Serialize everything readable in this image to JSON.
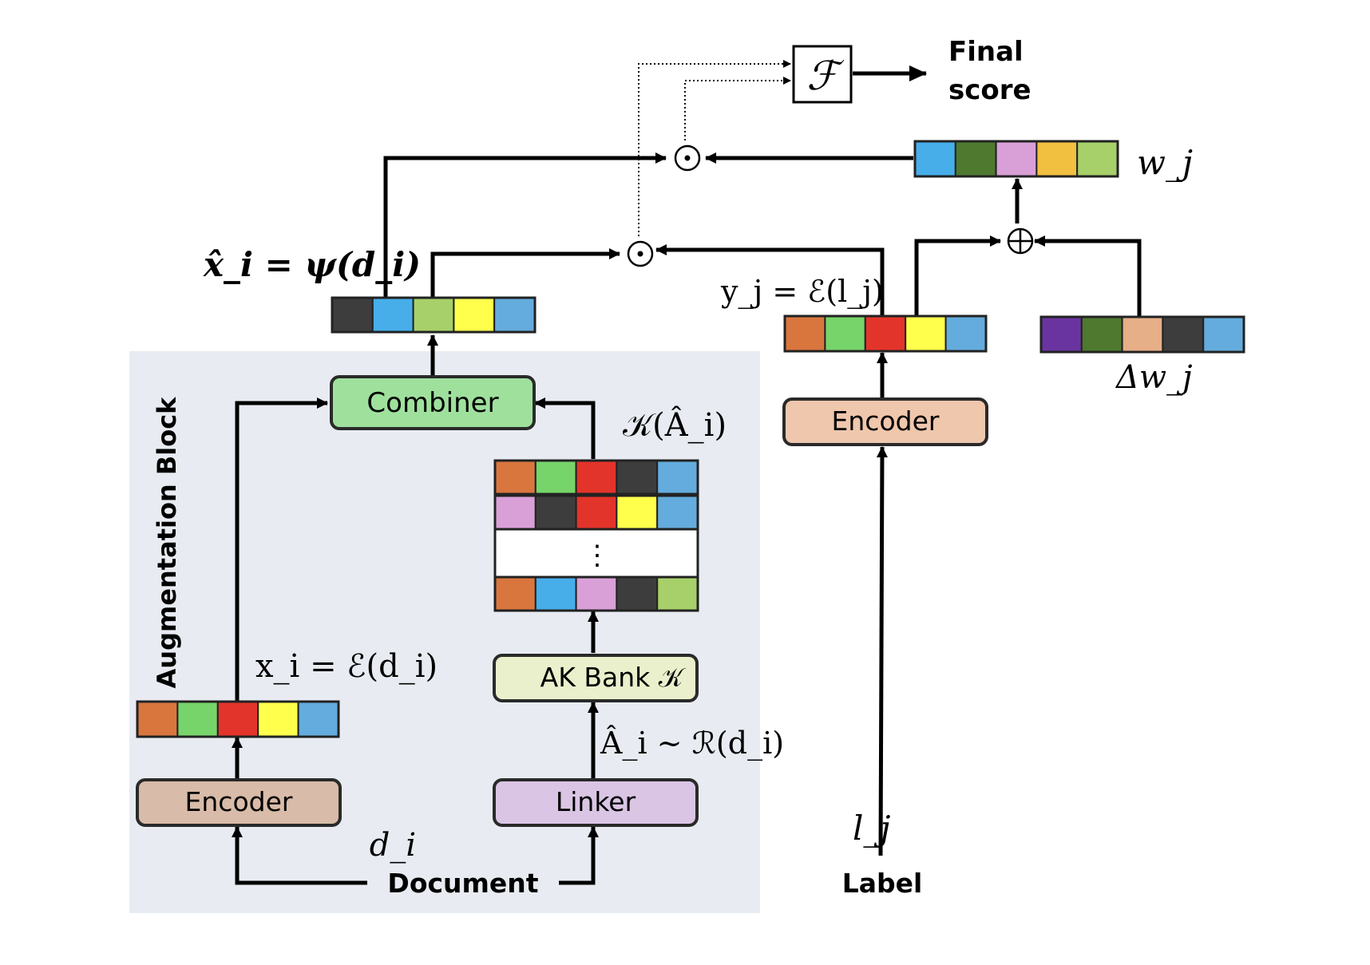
{
  "augmentation_block": {
    "title": "Augmentation Block"
  },
  "document": {
    "label": "Document",
    "symbol": "d_i"
  },
  "doc_encoder": {
    "label": "Encoder"
  },
  "linker": {
    "label": "Linker"
  },
  "ak_bank": {
    "label": "AK Bank 𝒦"
  },
  "combiner": {
    "label": "Combiner"
  },
  "formulas": {
    "x_i": "x_i = ℰ(d_i)",
    "a_i": "Â_i ∼ ℛ(d_i)",
    "k_a": "𝒦(Â_i)",
    "xhat": "x̂_i = ψ(d_i)",
    "y_j": "y_j = ℰ(l_j)",
    "w_j": "w_j",
    "delta_w": "Δw_j",
    "l_j": "l_j"
  },
  "label_encoder": {
    "label": "Encoder"
  },
  "label_node": {
    "label": "Label"
  },
  "final": {
    "symbol": "ℱ",
    "line1": "Final",
    "line2": "score"
  },
  "ops": {
    "hadamard": "⊙",
    "oplus": "⊕",
    "vdots": "⋮"
  },
  "colors": {
    "orange": "#D9763E",
    "green": "#77D46A",
    "red": "#E3342B",
    "yellow": "#FFFF4C",
    "blue": "#64ACDD",
    "dark": "#3D3D3D",
    "sky": "#47AEEA",
    "lightgreen": "#A7D06A",
    "pink": "#D9A0D8",
    "darkgreen": "#4E792F",
    "gold": "#F1C040",
    "purple": "#6A34A0",
    "peach": "#E6AF88",
    "encoder_fill": "#D8BBA8",
    "label_encoder_fill": "#EFC7AD",
    "linker_fill": "#DAC5E4",
    "akbank_fill": "#EAF0CB",
    "combiner_fill": "#9FE09D",
    "block_bg": "#E8ECF2"
  },
  "vectors": {
    "x_i": [
      "orange",
      "green",
      "red",
      "yellow",
      "blue"
    ],
    "xhat_i": [
      "dark",
      "sky",
      "lightgreen",
      "yellow",
      "blue"
    ],
    "y_j": [
      "orange",
      "green",
      "red",
      "yellow",
      "blue"
    ],
    "w_j": [
      "sky",
      "darkgreen",
      "pink",
      "gold",
      "lightgreen"
    ],
    "delta_w_j": [
      "purple",
      "darkgreen",
      "peach",
      "dark",
      "blue"
    ],
    "k_row1": [
      "orange",
      "green",
      "red",
      "dark",
      "blue"
    ],
    "k_row2": [
      "pink",
      "dark",
      "red",
      "yellow",
      "blue"
    ],
    "k_row3": [
      "orange",
      "sky",
      "pink",
      "dark",
      "lightgreen"
    ]
  }
}
